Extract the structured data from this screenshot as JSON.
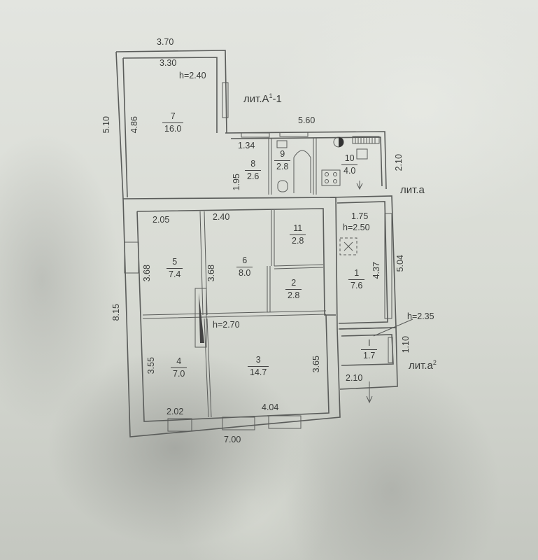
{
  "document": {
    "type": "floor-plan",
    "labels": {
      "lit_A1": {
        "prefix": "лит.А",
        "sup": "1",
        "suffix": "-1"
      },
      "lit_a": "лит.а",
      "lit_a2": {
        "prefix": "лит.а",
        "sup": "2"
      }
    },
    "dimensions": {
      "outer_top_left": "3.70",
      "inner_top_left": "3.30",
      "height_room7": "h=2.40",
      "outer_left_upper": "5.10",
      "inner_left_room7": "4.86",
      "top_kitchen_block": "5.60",
      "room8_width": "1.34",
      "room8_height": "1.95",
      "right_kitchen": "2.10",
      "room5_top": "2.05",
      "room6_top": "2.40",
      "room5_left": "3.68",
      "room6_left": "3.68",
      "outer_left_lower": "8.15",
      "height_main": "h=2.70",
      "room4_left": "3.55",
      "room3_right": "3.65",
      "room4_bottom": "2.02",
      "room3_bottom": "4.04",
      "outer_bottom": "7.00",
      "room1_top": "1.75",
      "height_room1": "h=2.50",
      "room1_inner_right": "4.37",
      "room1_outer_right": "5.04",
      "height_porch": "h=2.35",
      "porch_right": "1.10",
      "porch_bottom": "2.10"
    },
    "rooms": [
      {
        "id": "7",
        "number": "7",
        "area": "16.0"
      },
      {
        "id": "8",
        "number": "8",
        "area": "2.6"
      },
      {
        "id": "9",
        "number": "9",
        "area": "2.8"
      },
      {
        "id": "10",
        "number": "10",
        "area": "4.0"
      },
      {
        "id": "5",
        "number": "5",
        "area": "7.4"
      },
      {
        "id": "6",
        "number": "6",
        "area": "8.0"
      },
      {
        "id": "11",
        "number": "11",
        "area": "2.8"
      },
      {
        "id": "2",
        "number": "2",
        "area": "2.8"
      },
      {
        "id": "1",
        "number": "1",
        "area": "7.6"
      },
      {
        "id": "4",
        "number": "4",
        "area": "7.0"
      },
      {
        "id": "3",
        "number": "3",
        "area": "14.7"
      },
      {
        "id": "I",
        "number": "I",
        "area": "1.7"
      }
    ],
    "colors": {
      "line": "#5a5c5a",
      "text": "#3a3c3a",
      "paper": "#d8dbd4"
    }
  }
}
